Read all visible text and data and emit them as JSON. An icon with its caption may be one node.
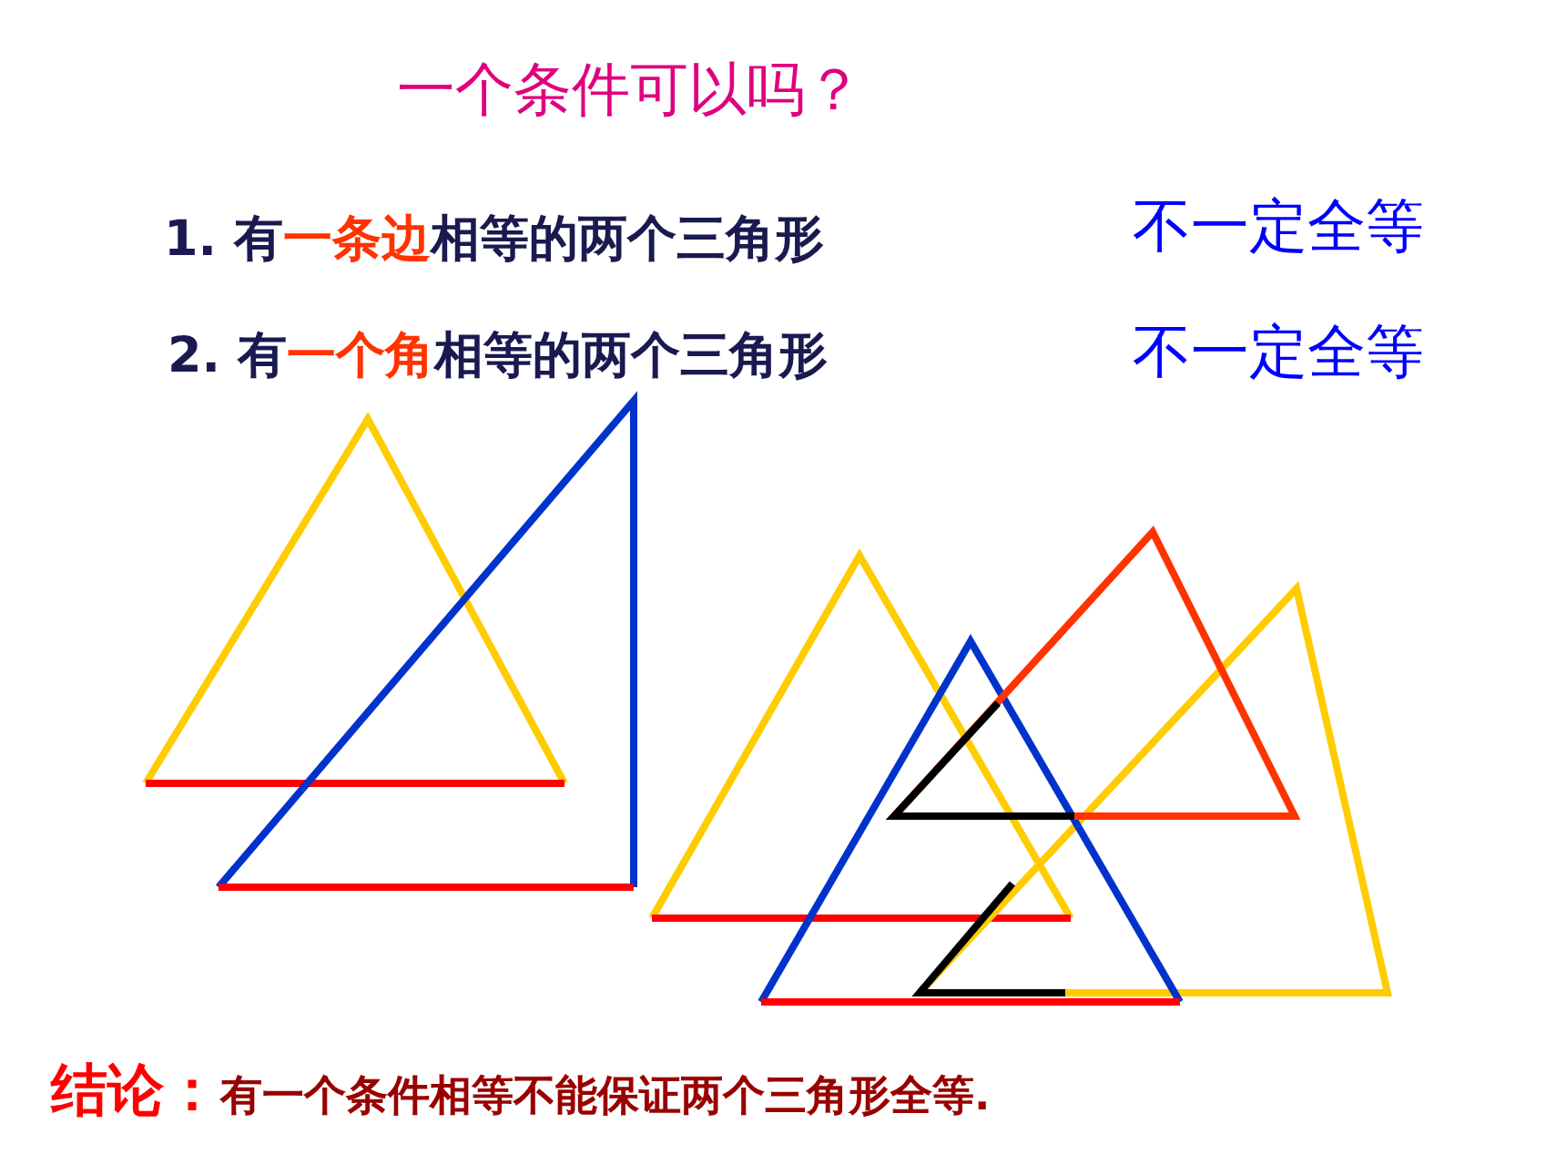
{
  "diagram": {
    "title": "一个条件可以吗？",
    "labels": [
      "1. 有**一条边**相等的两个三角形",
      "不一定全等",
      "2. 有**一个角**相等的两个三角形",
      "不一定全等",
      "**结论：**有一个条件相等不能保证两个三角形全等."
    ]
  }
}
